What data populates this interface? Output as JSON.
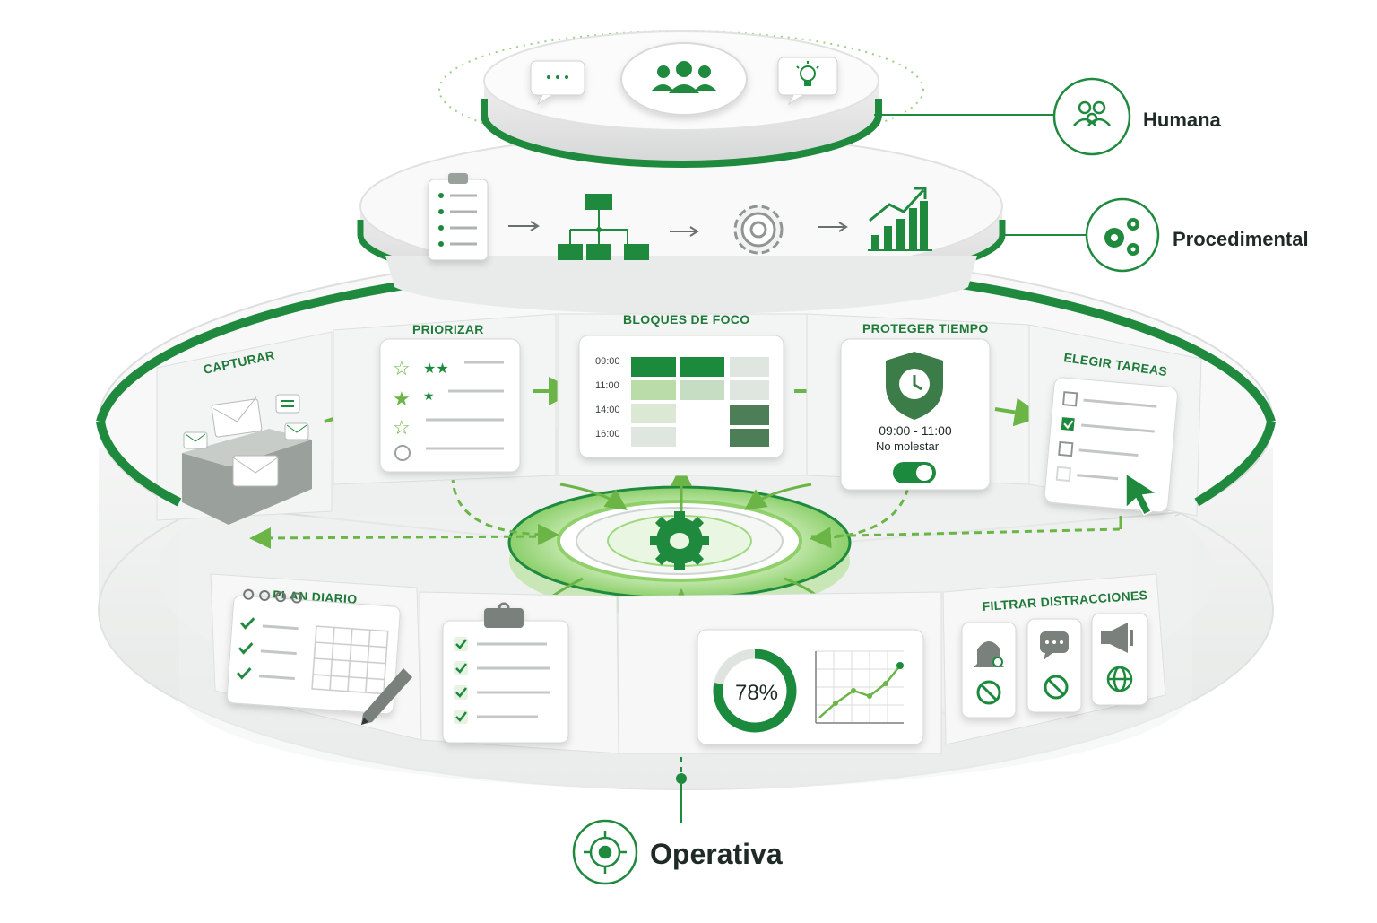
{
  "colors": {
    "accent": "#1f8a3e",
    "accent_light": "#7cc04a",
    "dark_green": "#2e6b3c",
    "panel_bg": "#f5f6f5",
    "card_bg": "#ffffff",
    "line": "#d9dcda"
  },
  "legend": {
    "humana": "Humana",
    "procedimental": "Procedimental",
    "operativa": "Operativa"
  },
  "top_tier": {
    "icons": [
      "chat-bubble-icon",
      "team-icon",
      "lightbulb-icon"
    ]
  },
  "middle_tier": {
    "icons": [
      "checklist-clipboard-icon",
      "flowchart-icon",
      "gear-icon",
      "growth-chart-icon"
    ]
  },
  "modules": {
    "capturar": {
      "title": "CAPTURAR"
    },
    "priorizar": {
      "title": "PRIORIZAR"
    },
    "bloques": {
      "title": "BLOQUES DE FOCO",
      "times": [
        "09:00",
        "11:00",
        "14:00",
        "16:00"
      ]
    },
    "proteger": {
      "title": "PROTEGER TIEMPO",
      "time_range": "09:00 - 11:00",
      "status": "No molestar"
    },
    "elegir": {
      "title": "ELEGIR TAREAS"
    },
    "plan": {
      "title": "PLAN DIARIO"
    },
    "metrics": {
      "percent": "78%",
      "progress": 0.78
    },
    "filtrar": {
      "title": "FILTRAR DISTRACCIONES"
    }
  }
}
